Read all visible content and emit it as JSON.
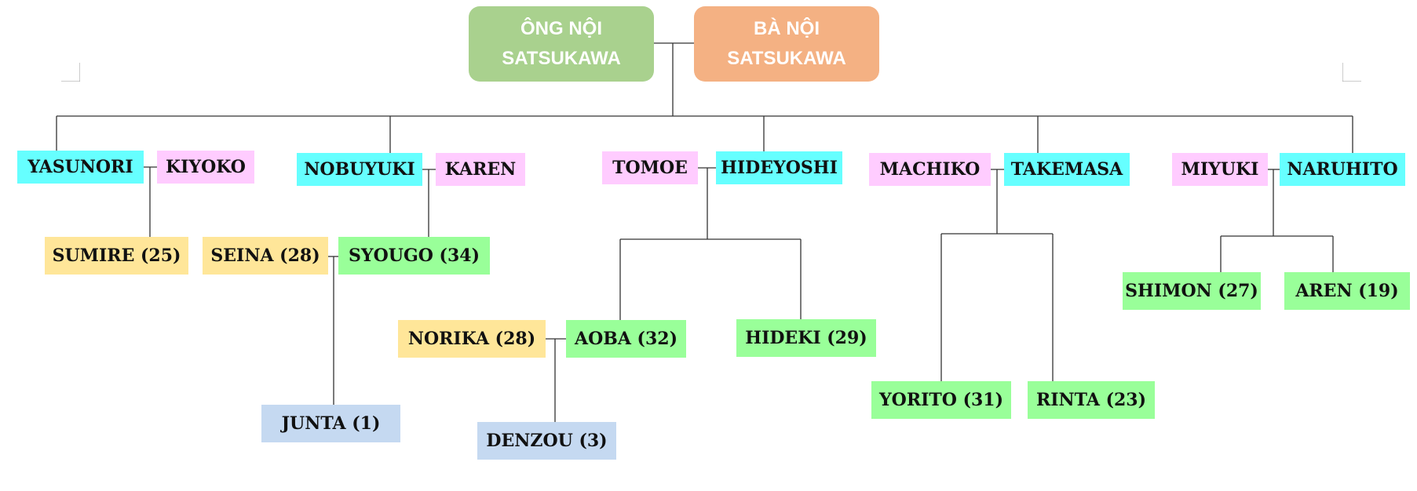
{
  "colors": {
    "grandfather": "#a9d18e",
    "grandmother": "#f4b183",
    "son": "#66ffff",
    "wife": "#ffccff",
    "grandchild": "#99ff99",
    "grandchild_spouse": "#ffe699",
    "great_grandchild": "#c5d9f1",
    "line": "#333333"
  },
  "grandparents": {
    "grandfather": {
      "line1": "ÔNG NỘI",
      "line2": "SATSUKAWA"
    },
    "grandmother": {
      "line1": "BÀ NỘI",
      "line2": "SATSUKAWA"
    }
  },
  "people": {
    "yasunori": "YASUNORI",
    "kiyoko": "KIYOKO",
    "nobuyuki": "NOBUYUKI",
    "karen": "KAREN",
    "tomoe": "TOMOE",
    "hideyoshi": "HIDEYOSHI",
    "machiko": "MACHIKO",
    "takemasa": "TAKEMASA",
    "miyuki": "MIYUKI",
    "naruhito": "NARUHITO",
    "sumire": "SUMIRE (25)",
    "seina": "SEINA (28)",
    "syougo": "SYOUGO (34)",
    "norika": "NORIKA (28)",
    "aoba": "AOBA (32)",
    "hideki": "HIDEKI (29)",
    "yorito": "YORITO (31)",
    "rinta": "RINTA (23)",
    "shimon": "SHIMON (27)",
    "aren": "AREN (19)",
    "junta": "JUNTA (1)",
    "denzou": "DENZOU (3)"
  }
}
